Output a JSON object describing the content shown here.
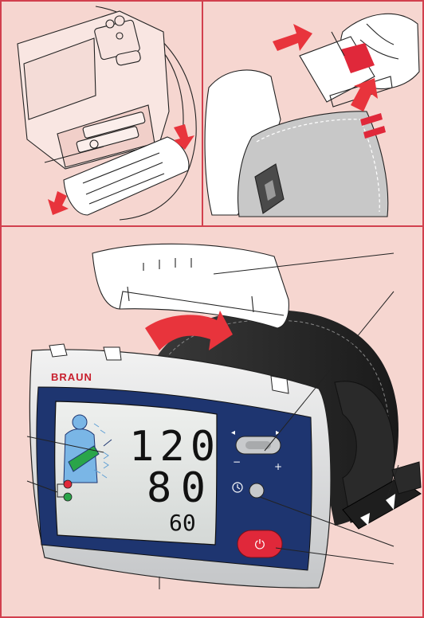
{
  "device": {
    "brand": "BRAUN",
    "display": {
      "systolic": "120",
      "diastolic": "80",
      "pulse": "60"
    },
    "buttons": {
      "left_arrow": "◂",
      "right_arrow": "▸",
      "minus": "−",
      "plus": "+",
      "power_symbol": "⏻"
    }
  },
  "colors": {
    "background": "#f6d6d0",
    "accent_red": "#e0283a",
    "panel_navy": "#1e3570",
    "border_red": "#d2404e",
    "arrow_red": "#e8343c"
  }
}
